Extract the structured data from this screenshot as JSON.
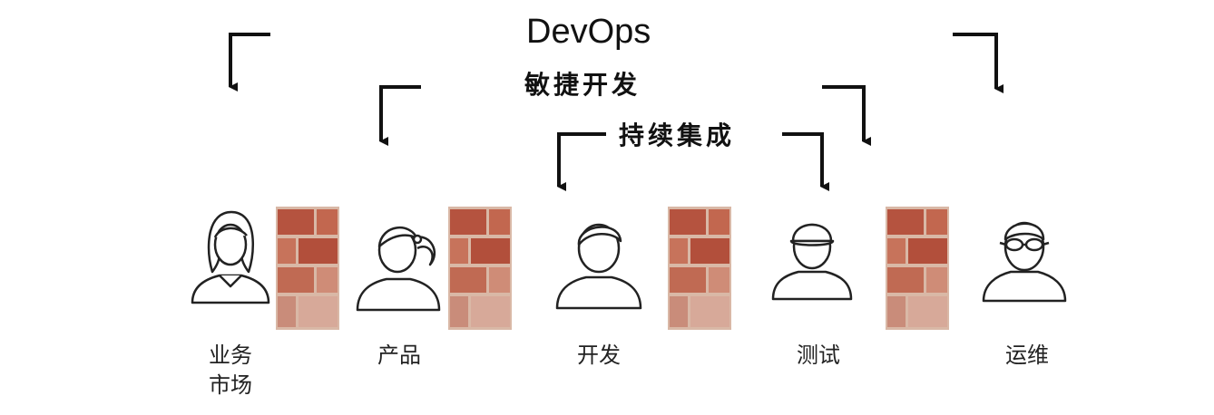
{
  "title": "DevOps",
  "agile_label": "敏捷开发",
  "ci_label": "持续集成",
  "roles": [
    {
      "name_line1": "业务",
      "name_line2": "市场"
    },
    {
      "name_line1": "产品",
      "name_line2": ""
    },
    {
      "name_line1": "开发",
      "name_line2": ""
    },
    {
      "name_line1": "测试",
      "name_line2": ""
    },
    {
      "name_line1": "运维",
      "name_line2": ""
    }
  ],
  "colors": {
    "arrow": "#111111",
    "brick": "#b5533f",
    "mortar": "#d9b8a6"
  }
}
